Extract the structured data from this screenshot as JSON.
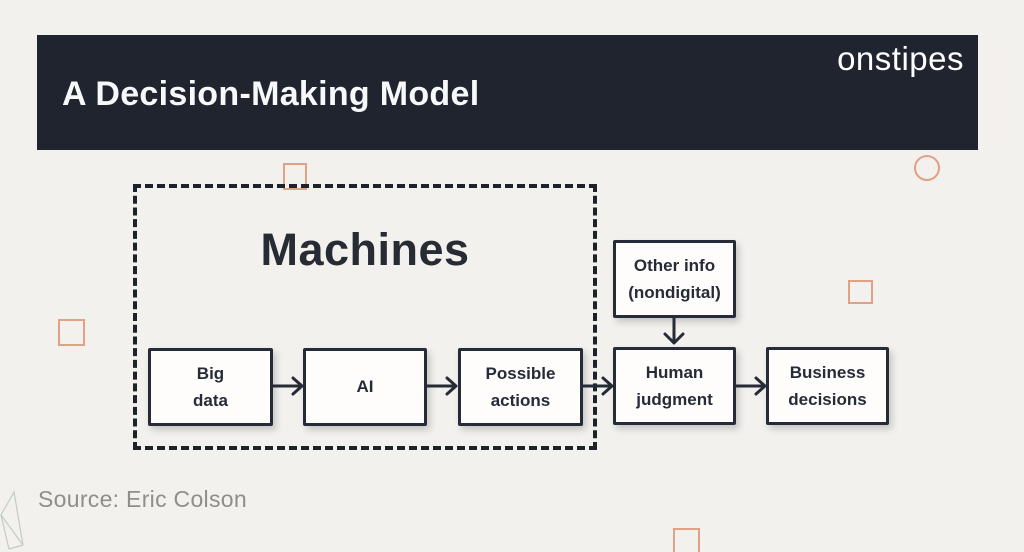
{
  "header": {
    "title": "A Decision-Making Model",
    "brand": "onstipes"
  },
  "diagram": {
    "machines_label": "Machines",
    "boxes": [
      {
        "id": "big-data",
        "label": "Big\ndata"
      },
      {
        "id": "ai",
        "label": "AI"
      },
      {
        "id": "possible-actions",
        "label": "Possible\nactions"
      },
      {
        "id": "human-judgment",
        "label": "Human\njudgment"
      },
      {
        "id": "business-decisions",
        "label": "Business\ndecisions"
      }
    ],
    "other_info": {
      "label": "Other info\n(nondigital)"
    },
    "arrows": [
      "big-data to ai",
      "ai to possible-actions",
      "possible-actions to human-judgment",
      "human-judgment to business-decisions",
      "other-info down to human-judgment"
    ]
  },
  "footer": {
    "source": "Source: Eric Colson"
  },
  "colors": {
    "background": "#f2f1ed",
    "header_bg": "#20242f",
    "ink": "#262b38",
    "accent_peach": "#e0a184",
    "muted_text": "#8f8e8b"
  }
}
